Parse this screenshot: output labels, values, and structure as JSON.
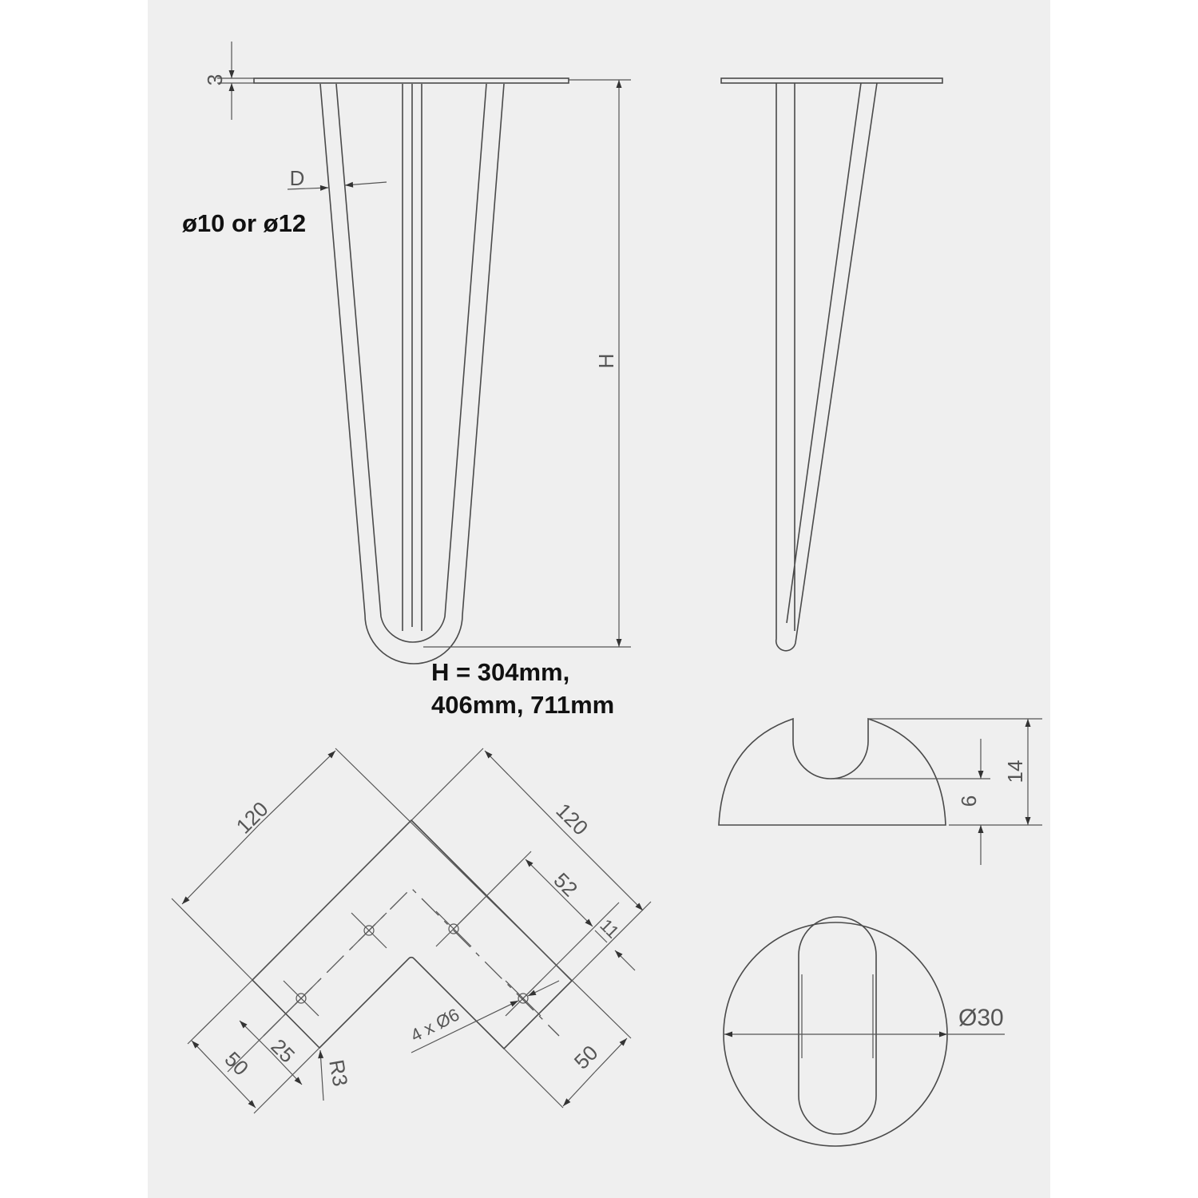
{
  "colors": {
    "panel": "#efefef",
    "line": "#4a4a4a",
    "text": "#111111"
  },
  "front_view": {
    "plate_thickness_label": "3",
    "rod_diameter_label": "D",
    "rod_diameter_note": "ø10 or ø12",
    "height_label": "H",
    "height_note_line1": "H = 304mm,",
    "height_note_line2": "406mm, 711mm"
  },
  "foot_side_view": {
    "height_total_label": "14",
    "notch_height_label": "6"
  },
  "foot_top_view": {
    "diameter_label": "Ø30"
  },
  "mounting_plate": {
    "length_left_label": "120",
    "length_right_label": "120",
    "hole_spacing_label": "52",
    "hole_edge_label": "11",
    "hole_spec_label": "4 x Ø6",
    "width_left_label": "50",
    "hole_offset_label": "25",
    "corner_radius_label": "R3",
    "width_right_label": "50"
  }
}
